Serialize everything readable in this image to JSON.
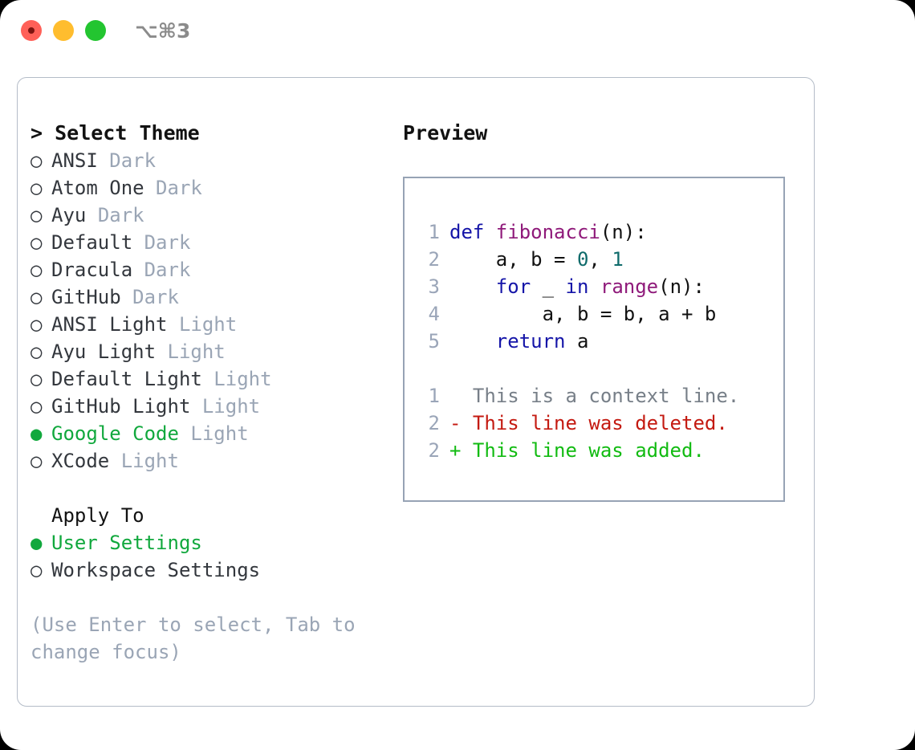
{
  "titlebar": {
    "shortcut": "⌥⌘3",
    "traffic_lights": [
      "close-red",
      "minimize-yellow",
      "zoom-green"
    ]
  },
  "colors": {
    "accent_green": "#11a83d",
    "muted": "#9aa5b5",
    "panel_border": "#b4bcc8",
    "code_border": "#97a3b5",
    "keyword_blue": "#1515a8",
    "function_purple": "#8f1a7a",
    "number_teal": "#0f6b6b",
    "diff_deleted": "#c41a11",
    "diff_added": "#12bb12",
    "diff_context": "#777f88"
  },
  "left": {
    "title": "> Select Theme",
    "themes": [
      {
        "marker": "○",
        "name": "ANSI",
        "kind": "Dark",
        "selected": false
      },
      {
        "marker": "○",
        "name": "Atom One",
        "kind": "Dark",
        "selected": false
      },
      {
        "marker": "○",
        "name": "Ayu",
        "kind": "Dark",
        "selected": false
      },
      {
        "marker": "○",
        "name": "Default",
        "kind": "Dark",
        "selected": false
      },
      {
        "marker": "○",
        "name": "Dracula",
        "kind": "Dark",
        "selected": false
      },
      {
        "marker": "○",
        "name": "GitHub",
        "kind": "Dark",
        "selected": false
      },
      {
        "marker": "○",
        "name": "ANSI Light",
        "kind": "Light",
        "selected": false
      },
      {
        "marker": "○",
        "name": "Ayu Light",
        "kind": "Light",
        "selected": false
      },
      {
        "marker": "○",
        "name": "Default Light",
        "kind": "Light",
        "selected": false
      },
      {
        "marker": "○",
        "name": "GitHub Light",
        "kind": "Light",
        "selected": false
      },
      {
        "marker": "●",
        "name": "Google Code",
        "kind": "Light",
        "selected": true
      },
      {
        "marker": "○",
        "name": "XCode",
        "kind": "Light",
        "selected": false
      }
    ],
    "apply_to": {
      "title": "Apply To",
      "options": [
        {
          "marker": "●",
          "name": "User Settings",
          "selected": true
        },
        {
          "marker": "○",
          "name": "Workspace Settings",
          "selected": false
        }
      ]
    },
    "hint": "(Use Enter to select, Tab to change focus)"
  },
  "right": {
    "title": "Preview",
    "code_lines": [
      {
        "ln": "1",
        "tokens": [
          {
            "t": "def ",
            "c": "kw"
          },
          {
            "t": "fibonacci",
            "c": "fn"
          },
          {
            "t": "(n):",
            "c": "plain"
          }
        ]
      },
      {
        "ln": "2",
        "tokens": [
          {
            "t": "    a, b = ",
            "c": "plain"
          },
          {
            "t": "0",
            "c": "num"
          },
          {
            "t": ", ",
            "c": "plain"
          },
          {
            "t": "1",
            "c": "num"
          }
        ]
      },
      {
        "ln": "3",
        "tokens": [
          {
            "t": "    ",
            "c": "plain"
          },
          {
            "t": "for",
            "c": "kw"
          },
          {
            "t": " _ ",
            "c": "plain"
          },
          {
            "t": "in",
            "c": "kw"
          },
          {
            "t": " ",
            "c": "plain"
          },
          {
            "t": "range",
            "c": "fn"
          },
          {
            "t": "(n):",
            "c": "plain"
          }
        ]
      },
      {
        "ln": "4",
        "tokens": [
          {
            "t": "        a, b = b, a + b",
            "c": "plain"
          }
        ]
      },
      {
        "ln": "5",
        "tokens": [
          {
            "t": "    ",
            "c": "plain"
          },
          {
            "t": "return",
            "c": "kw"
          },
          {
            "t": " a",
            "c": "plain"
          }
        ]
      }
    ],
    "diff_lines": [
      {
        "ln": "1",
        "sign": " ",
        "text": "This is a context line.",
        "kind": "ctx"
      },
      {
        "ln": "2",
        "sign": "-",
        "text": "This line was deleted.",
        "kind": "del"
      },
      {
        "ln": "2",
        "sign": "+",
        "text": "This line was added.",
        "kind": "add"
      }
    ]
  }
}
